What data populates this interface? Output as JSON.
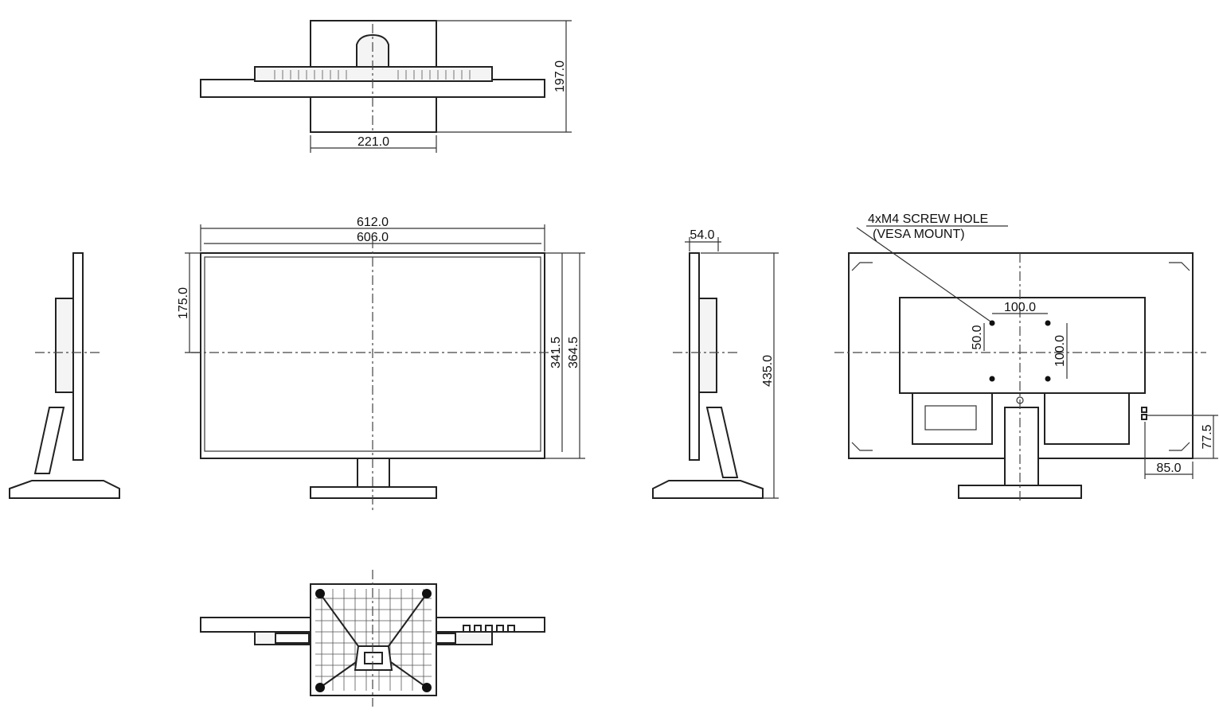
{
  "dimensions": {
    "top_stand_width": "221.0",
    "top_depth": "197.0",
    "overall_width": "612.0",
    "panel_width": "606.0",
    "center_to_top": "175.0",
    "panel_height": "341.5",
    "screen_to_bottom": "364.5",
    "side_depth": "54.0",
    "overall_height": "435.0",
    "vesa_horizontal": "100.0",
    "vesa_half": "50.0",
    "vesa_vertical": "100.0",
    "port_height": "77.5",
    "port_offset": "85.0"
  },
  "notes": {
    "screw_hole_line1": "4xM4 SCREW HOLE",
    "screw_hole_line2": "(VESA MOUNT)"
  },
  "colors": {
    "line": "#222222",
    "background": "#ffffff"
  }
}
